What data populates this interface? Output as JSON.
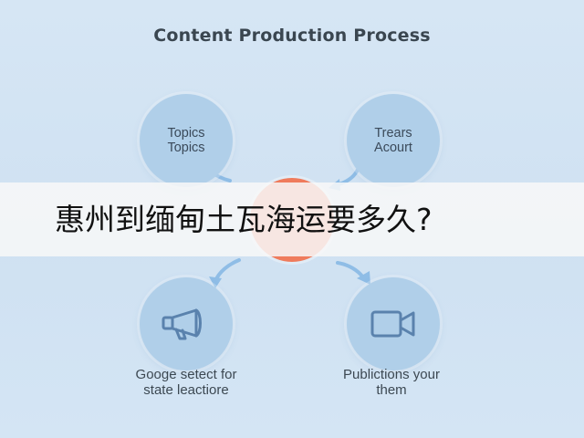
{
  "title": "Content Production Process",
  "nodes": {
    "top_left": {
      "line1": "Topics",
      "line2": "Topics"
    },
    "top_right": {
      "line1": "Trears",
      "line2": "Acourt"
    },
    "bottom_left": {
      "icon": "megaphone-icon",
      "caption1": "Googe setect for",
      "caption2": "state leactiore"
    },
    "bottom_right": {
      "icon": "video-camera-icon",
      "caption1": "Publictions your",
      "caption2": "them"
    }
  },
  "banner": {
    "text": "惠州到缅甸土瓦海运要多久?"
  },
  "colors": {
    "background": "#d6e6f4",
    "node_fill": "#b0cfe9",
    "center_fill": "#ef7b5c",
    "arrow": "#8fbde6",
    "icon_stroke": "#5a82ad",
    "banner": "#f8f8f8"
  }
}
